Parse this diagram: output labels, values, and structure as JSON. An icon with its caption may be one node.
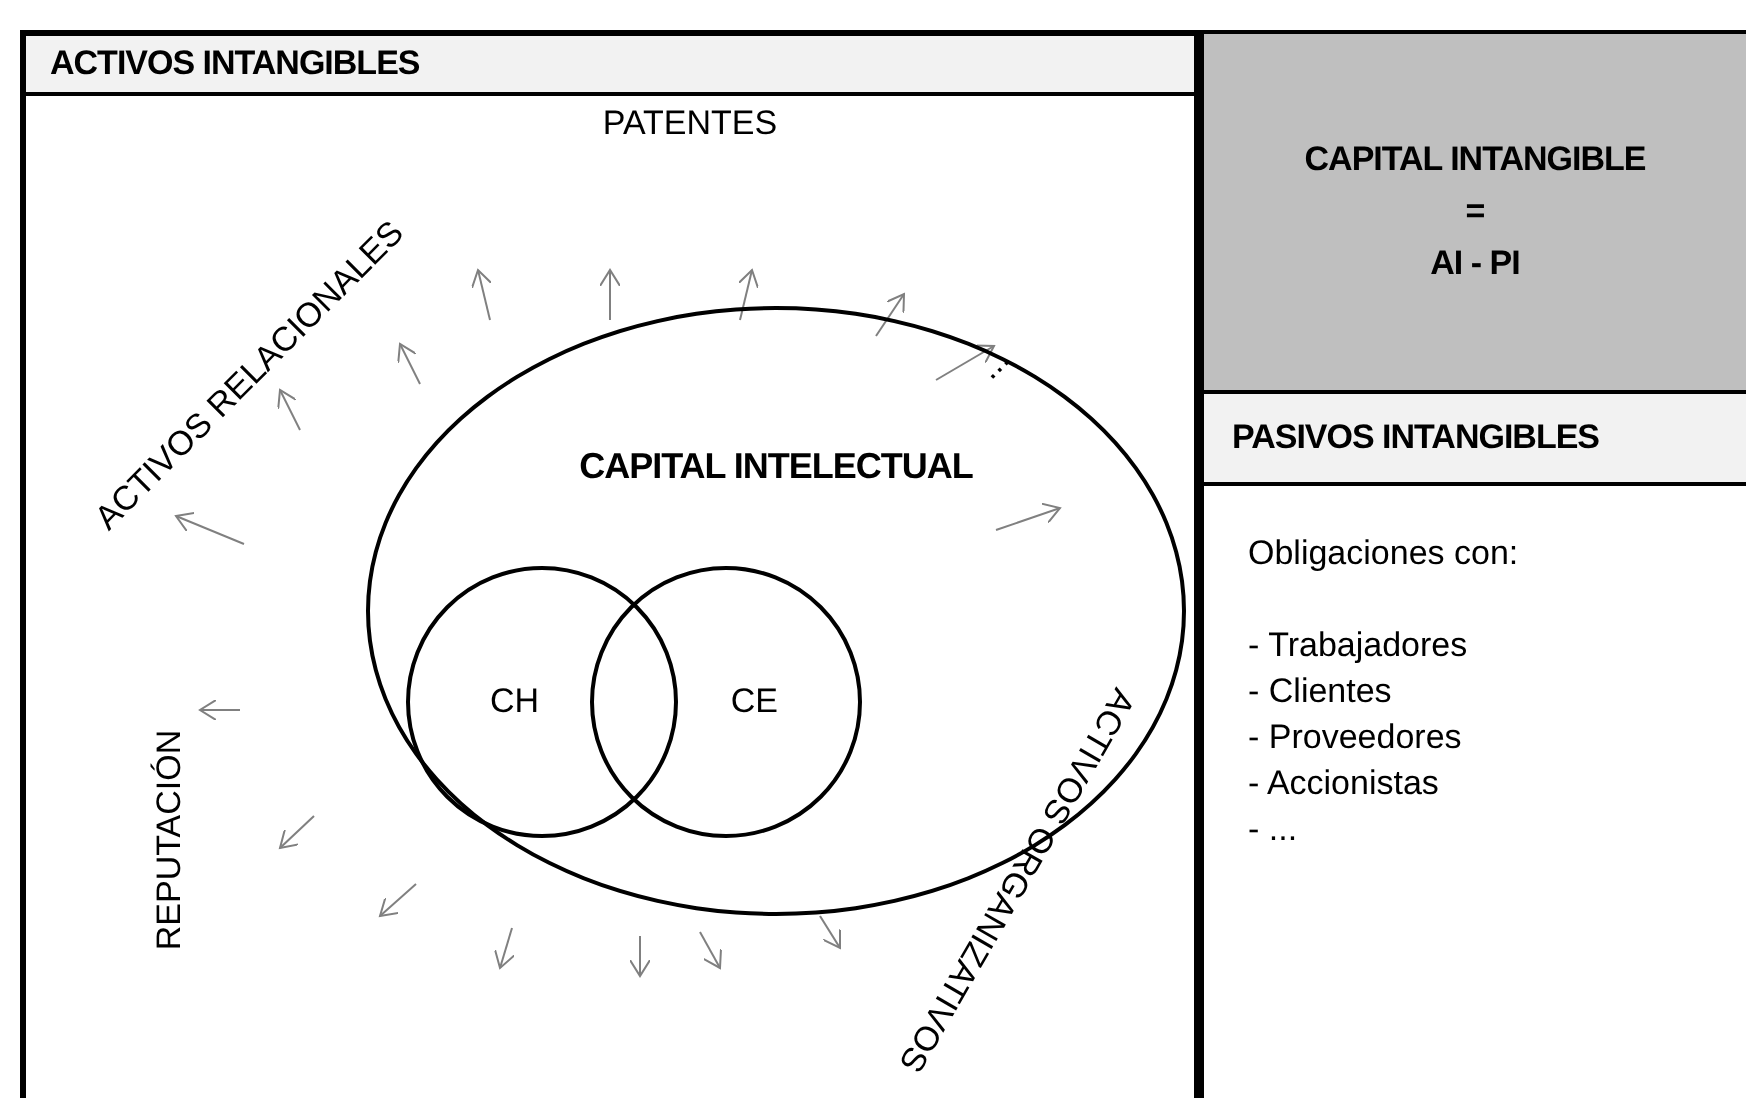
{
  "diagram": {
    "nodes": [
      {
        "text": [
          "ACTIVOS INTANGIBLES"
        ]
      },
      {
        "text": [
          "CAPITAL INTELECTUAL"
        ],
        "in": 0
      },
      {
        "text": [
          "CH"
        ],
        "in": 1
      },
      {
        "text": [
          "CE"
        ],
        "in": 1
      },
      {
        "text": [
          "CAPITAL INTANGIBLE",
          "=",
          "AI - PI"
        ]
      },
      {
        "text": [
          "PASIVOS INTANGIBLES",
          "Obligaciones con:",
          "- Trabajadores",
          "- Clientes",
          "- Proveedores",
          "- Accionistas",
          "- ..."
        ]
      }
    ],
    "labels": [
      "PATENTES",
      "ACTIVOS RELACIONALES",
      "...",
      "REPUTACIÓN",
      "ACTIVOS ORGANIZATIVOS"
    ]
  }
}
